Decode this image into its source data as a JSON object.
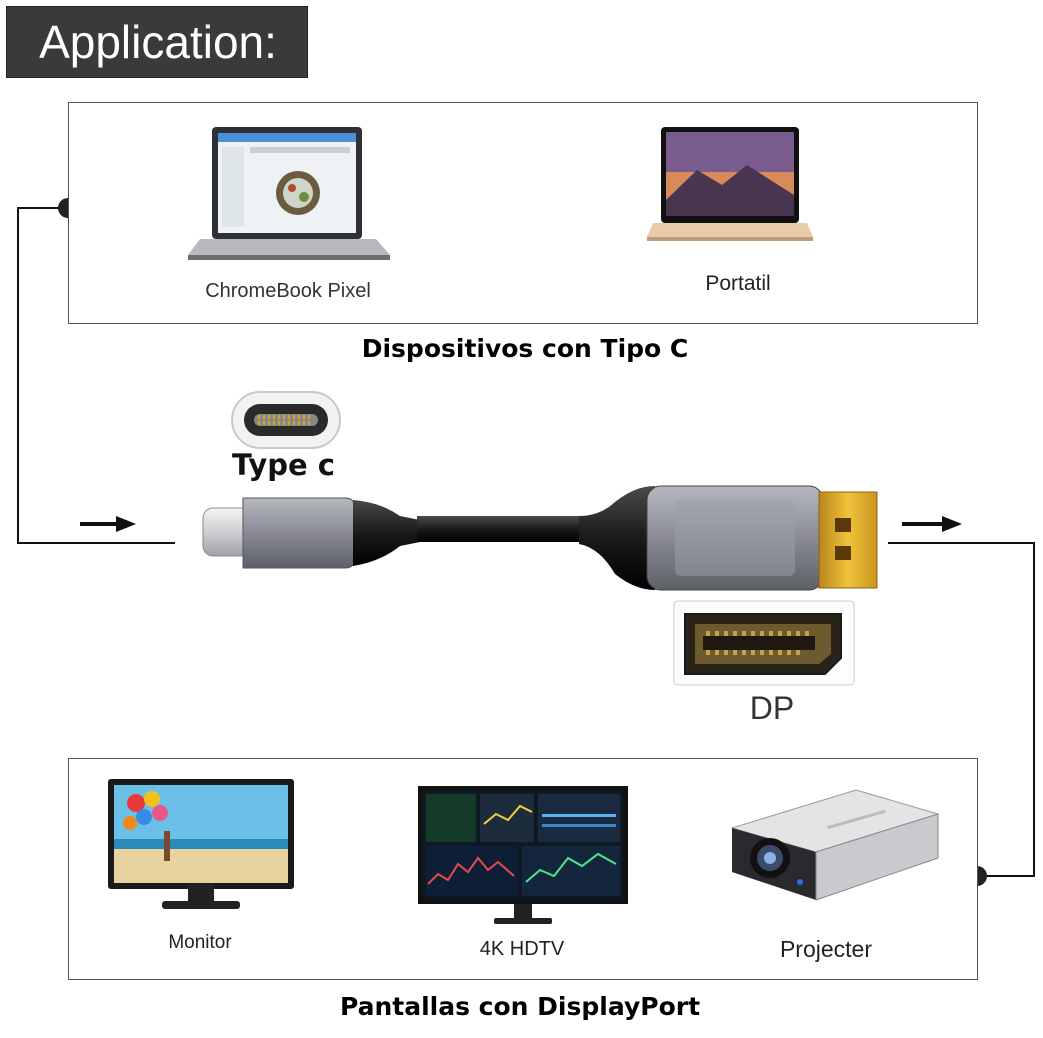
{
  "header": {
    "title": "Application:"
  },
  "source_panel": {
    "devices": [
      {
        "label": "ChromeBook Pixel",
        "icon": "laptop-icon"
      },
      {
        "label": "Portatil",
        "icon": "laptop-icon"
      }
    ],
    "caption": "Dispositivos con Tipo C"
  },
  "cable": {
    "typec_label": "Type c",
    "dp_label": "DP"
  },
  "display_panel": {
    "devices": [
      {
        "label": "Monitor",
        "icon": "monitor-icon"
      },
      {
        "label": "4K HDTV",
        "icon": "tv-icon"
      },
      {
        "label": "Projecter",
        "icon": "projector-icon"
      }
    ],
    "caption": "Pantallas con DisplayPort"
  },
  "colors": {
    "title_bg": "#3a3a3a",
    "connector_gold": "#d8a820",
    "housing_gray": "#8e8f98"
  }
}
